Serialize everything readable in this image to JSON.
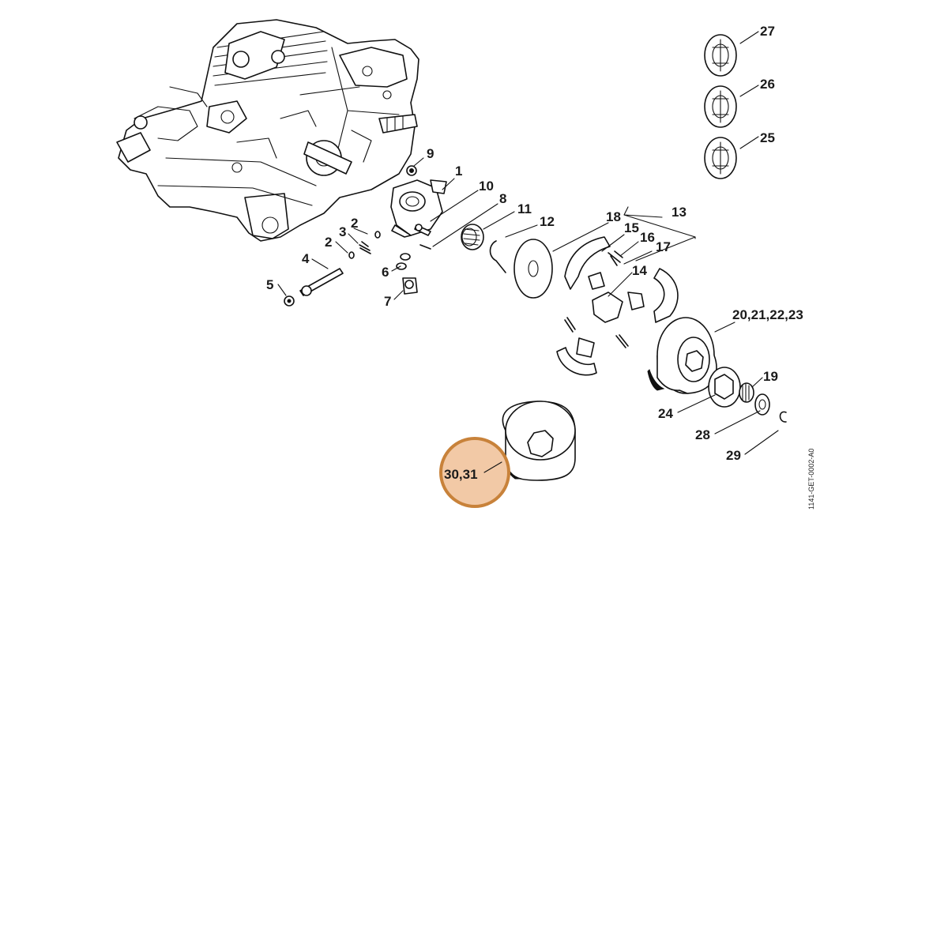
{
  "diagram": {
    "callouts": {
      "p1": "1",
      "p2a": "2",
      "p2b": "2",
      "p3": "3",
      "p4": "4",
      "p5": "5",
      "p6": "6",
      "p7": "7",
      "p8": "8",
      "p9": "9",
      "p10": "10",
      "p11": "11",
      "p12": "12",
      "p13": "13",
      "p14": "14",
      "p15": "15",
      "p16": "16",
      "p17": "17",
      "p18": "18",
      "p19": "19",
      "p20": "20,21,22,23",
      "p24": "24",
      "p25": "25",
      "p26": "26",
      "p27": "27",
      "p28": "28",
      "p29": "29",
      "p30": "30,31"
    },
    "document_number": "1141-GET-0002-A0",
    "highlight": {
      "label_ref": "p30",
      "fill": "#f2c9a6",
      "stroke": "#c8823a"
    }
  }
}
